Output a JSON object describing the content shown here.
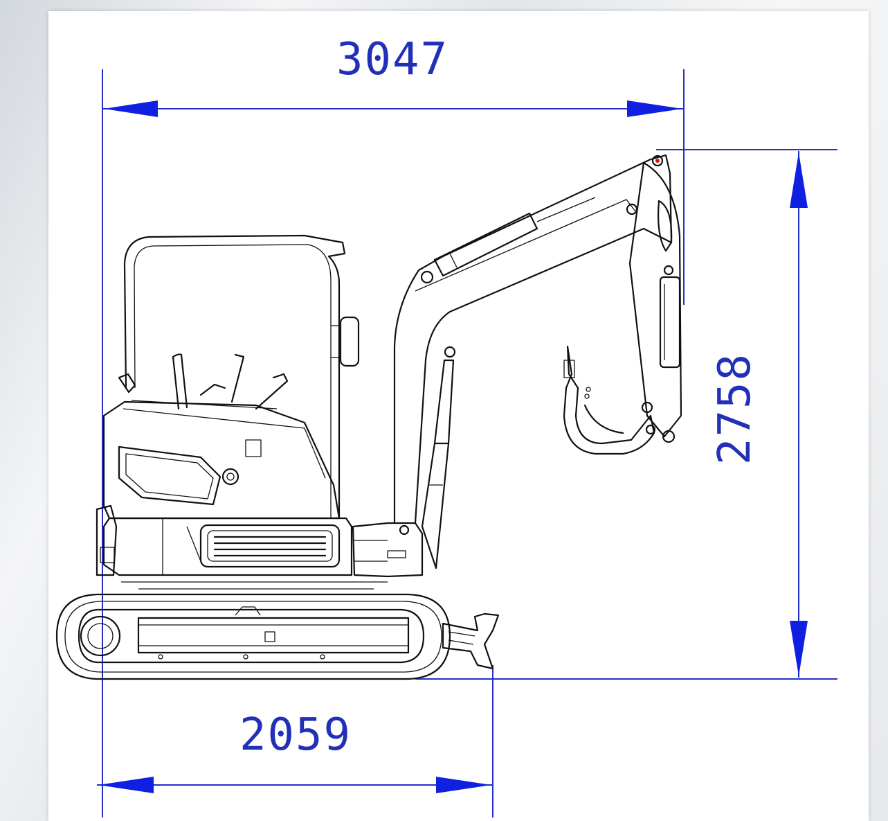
{
  "dimensions": {
    "overall_length": "3047",
    "overall_height": "2758",
    "track_length": "2059"
  },
  "colors": {
    "dimension": "#2230c8",
    "arrow": "#1020e0",
    "linework": "#111111",
    "paper": "#ffffff"
  }
}
